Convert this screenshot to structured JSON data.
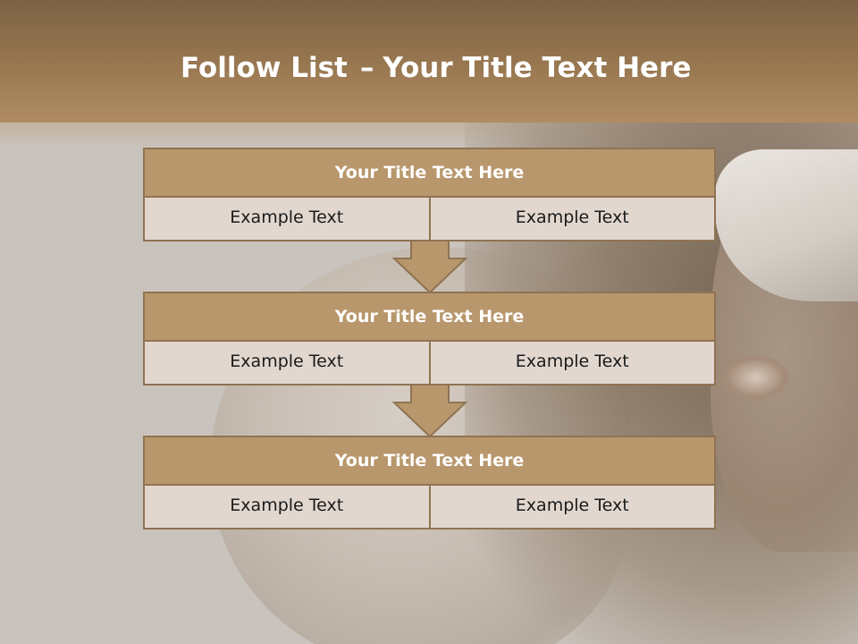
{
  "slide": {
    "title_bold": "Follow List",
    "title_sep": "–",
    "title_rest": "Your Title Text Here"
  },
  "blocks": [
    {
      "title": "Your Title Text Here",
      "left": "Example Text",
      "right": "Example Text"
    },
    {
      "title": "Your Title Text Here",
      "left": "Example Text",
      "right": "Example Text"
    },
    {
      "title": "Your Title Text Here",
      "left": "Example Text",
      "right": "Example Text"
    }
  ],
  "colors": {
    "header": "#94744e",
    "block_head": "#b8976c",
    "cell": "#e1d7cf",
    "border": "#8f7352"
  }
}
